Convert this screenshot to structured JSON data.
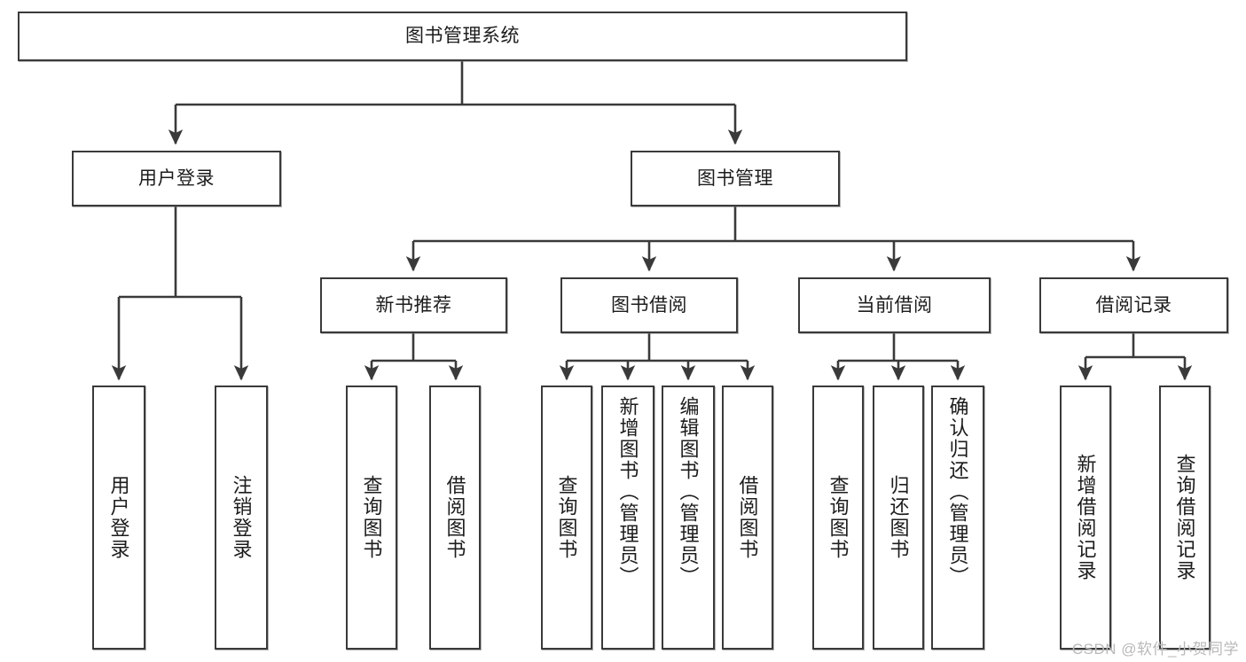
{
  "diagram": {
    "type": "tree",
    "title": "图书管理系统",
    "orientation": "top-down",
    "colors": {
      "box_border": "#3a3a3a",
      "box_fill": "#ffffff",
      "edge": "#3a3a3a",
      "text": "#1c1c1c",
      "watermark": "#b9b9b9",
      "background": "#ffffff"
    }
  },
  "nodes": {
    "root": {
      "label": "图书管理系统",
      "level": 1,
      "orientation": "horizontal"
    },
    "level2": [
      {
        "id": "user-login",
        "label": "用户登录",
        "orientation": "horizontal"
      },
      {
        "id": "book-manage",
        "label": "图书管理",
        "orientation": "horizontal"
      }
    ],
    "level3": [
      {
        "id": "new-book-recommend",
        "label": "新书推荐",
        "orientation": "horizontal",
        "parent": "book-manage"
      },
      {
        "id": "book-borrow",
        "label": "图书借阅",
        "orientation": "horizontal",
        "parent": "book-manage"
      },
      {
        "id": "current-borrow",
        "label": "当前借阅",
        "orientation": "horizontal",
        "parent": "book-manage"
      },
      {
        "id": "borrow-record",
        "label": "借阅记录",
        "orientation": "horizontal",
        "parent": "book-manage"
      }
    ],
    "leaves": [
      {
        "id": "leaf-user-login",
        "label": "用户登录",
        "orientation": "vertical",
        "parent": "user-login"
      },
      {
        "id": "leaf-user-logout",
        "label": "注销登录",
        "orientation": "vertical",
        "parent": "user-login"
      },
      {
        "id": "leaf-query-book-1",
        "label": "查询图书",
        "orientation": "vertical",
        "parent": "new-book-recommend"
      },
      {
        "id": "leaf-borrow-book-1",
        "label": "借阅图书",
        "orientation": "vertical",
        "parent": "new-book-recommend"
      },
      {
        "id": "leaf-query-book-2",
        "label": "查询图书",
        "orientation": "vertical",
        "parent": "book-borrow"
      },
      {
        "id": "leaf-add-book",
        "label": "新增图书（管理员）",
        "orientation": "vertical",
        "parent": "book-borrow"
      },
      {
        "id": "leaf-edit-book",
        "label": "编辑图书（管理员）",
        "orientation": "vertical",
        "parent": "book-borrow"
      },
      {
        "id": "leaf-borrow-book-2",
        "label": "借阅图书",
        "orientation": "vertical",
        "parent": "book-borrow"
      },
      {
        "id": "leaf-query-book-3",
        "label": "查询图书",
        "orientation": "vertical",
        "parent": "current-borrow"
      },
      {
        "id": "leaf-return-book",
        "label": "归还图书",
        "orientation": "vertical",
        "parent": "current-borrow"
      },
      {
        "id": "leaf-confirm-return",
        "label": "确认归还（管理员）",
        "orientation": "vertical",
        "parent": "current-borrow"
      },
      {
        "id": "leaf-add-record",
        "label": "新增借阅记录",
        "orientation": "vertical",
        "parent": "borrow-record"
      },
      {
        "id": "leaf-query-record",
        "label": "查询借阅记录",
        "orientation": "vertical",
        "parent": "borrow-record"
      }
    ]
  },
  "watermark": {
    "text": "CSDN @软件_小贺同学"
  }
}
